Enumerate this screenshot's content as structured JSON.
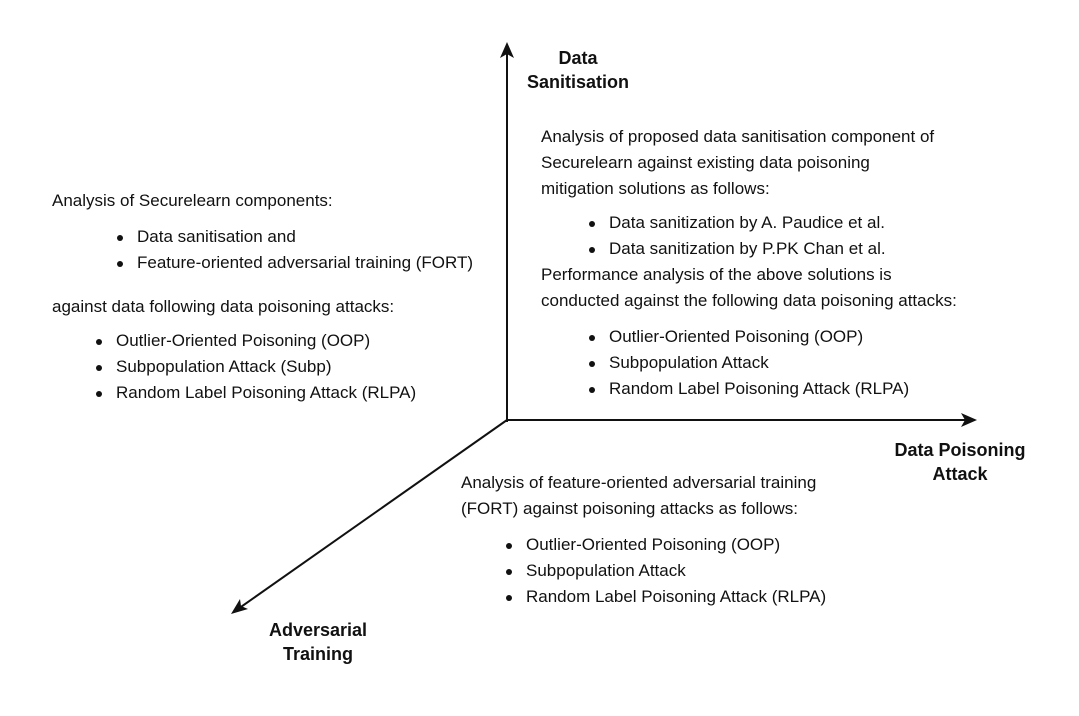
{
  "axes": {
    "vertical": [
      "Data",
      "Sanitisation"
    ],
    "horizontal": [
      "Data Poisoning",
      "Attack"
    ],
    "diagonal": [
      "Adversarial",
      "Training"
    ]
  },
  "left_block": {
    "intro": "Analysis of Securelearn components:",
    "components": [
      "Data sanitisation and",
      "Feature-oriented adversarial training (FORT)"
    ],
    "against": "against data following data poisoning attacks:",
    "attacks": [
      "Outlier-Oriented Poisoning (OOP)",
      "Subpopulation Attack (Subp)",
      "Random Label Poisoning Attack (RLPA)"
    ]
  },
  "top_right_block": {
    "intro": "Analysis of proposed data sanitisation component of Securelearn against existing data poisoning mitigation solutions as follows:",
    "solutions": [
      "Data sanitization by A. Paudice et al.",
      "Data sanitization by P.PK Chan et al."
    ],
    "performance": "Performance analysis of the above solutions is conducted against the following data poisoning attacks:",
    "attacks": [
      "Outlier-Oriented Poisoning (OOP)",
      "Subpopulation Attack",
      "Random Label Poisoning Attack (RLPA)"
    ]
  },
  "bottom_block": {
    "intro": "Analysis of feature-oriented adversarial training (FORT) against poisoning attacks as follows:",
    "attacks": [
      "Outlier-Oriented Poisoning (OOP)",
      "Subpopulation Attack",
      "Random Label Poisoning Attack (RLPA)"
    ]
  }
}
